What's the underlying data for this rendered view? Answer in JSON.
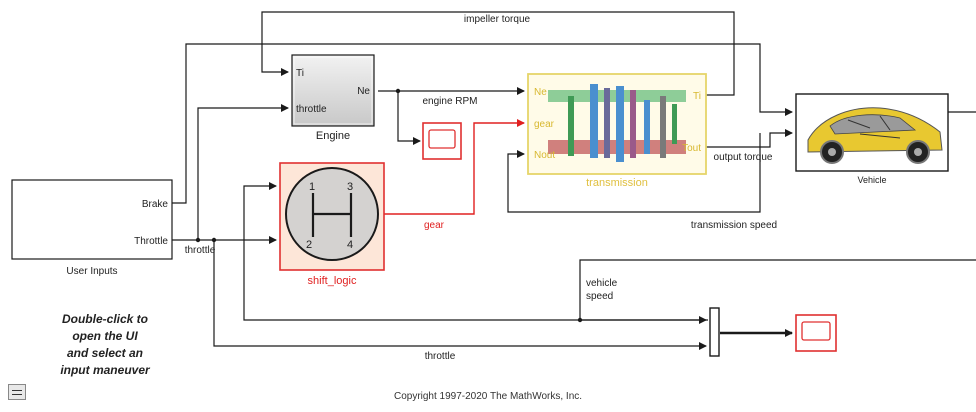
{
  "colors": {
    "line": "#1a1a1a",
    "signal_red": "#e02020",
    "block_red_border": "#e03030",
    "transmission_border": "#e6d56a",
    "transmission_text": "#e0c040",
    "shift_fill": "#fde6d8",
    "engine_fill": "#dcdcdc"
  },
  "signals": {
    "impeller_torque": "impeller torque",
    "engine_rpm": "engine RPM",
    "output_torque": "output torque",
    "transmission_speed": "transmission speed",
    "gear": "gear",
    "throttle_mid": "throttle",
    "throttle_bottom": "throttle",
    "vehicle_speed_line1": "vehicle",
    "vehicle_speed_line2": "speed"
  },
  "blocks": {
    "user_inputs": {
      "name": "User Inputs",
      "ports": [
        "Brake",
        "Throttle"
      ]
    },
    "engine": {
      "name": "Engine",
      "in_ports": [
        "Ti",
        "throttle"
      ],
      "out_ports": [
        "Ne"
      ]
    },
    "shift_logic": {
      "name": "shift_logic",
      "gear_labels": [
        "1",
        "2",
        "3",
        "4"
      ]
    },
    "transmission": {
      "name": "transmission",
      "in_ports": [
        "Ne",
        "gear",
        "Nout"
      ],
      "out_ports": [
        "Ti",
        "Tout"
      ]
    },
    "vehicle": {
      "name": "Vehicle"
    }
  },
  "hint_lines": [
    "Double-click to",
    "open the UI",
    "and select an",
    "input maneuver"
  ],
  "copyright": "Copyright 1997-2020 The MathWorks, Inc.",
  "icons": {
    "scope": "scope-icon",
    "mux": "mux-icon",
    "car": "car-image",
    "gear_shift": "gear-shift-icon",
    "collapse": "collapse-icon"
  }
}
